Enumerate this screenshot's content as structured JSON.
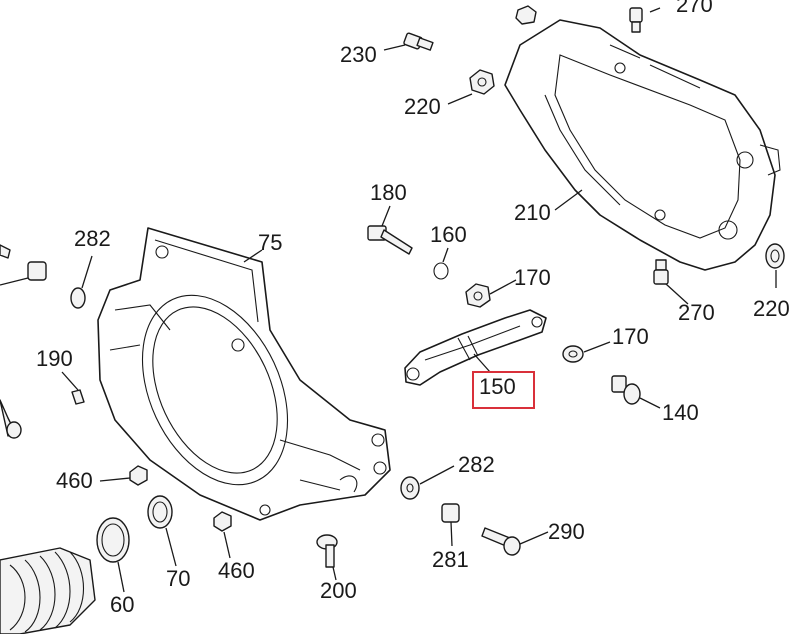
{
  "accent_color": "#d9303a",
  "highlighted_part": "150",
  "callouts": [
    {
      "id": "c230",
      "text": "230"
    },
    {
      "id": "c220a",
      "text": "220"
    },
    {
      "id": "c270a",
      "text": "270"
    },
    {
      "id": "c210",
      "text": "210"
    },
    {
      "id": "c180",
      "text": "180"
    },
    {
      "id": "c160",
      "text": "160"
    },
    {
      "id": "c170a",
      "text": "170"
    },
    {
      "id": "c282a",
      "text": "282"
    },
    {
      "id": "c75",
      "text": "75"
    },
    {
      "id": "c270b",
      "text": "270"
    },
    {
      "id": "c220b",
      "text": "220"
    },
    {
      "id": "c170b",
      "text": "170"
    },
    {
      "id": "c190",
      "text": "190"
    },
    {
      "id": "c150",
      "text": "150"
    },
    {
      "id": "c140",
      "text": "140"
    },
    {
      "id": "c460a",
      "text": "460"
    },
    {
      "id": "c282b",
      "text": "282"
    },
    {
      "id": "c290",
      "text": "290"
    },
    {
      "id": "c70",
      "text": "70"
    },
    {
      "id": "c460b",
      "text": "460"
    },
    {
      "id": "c281",
      "text": "281"
    },
    {
      "id": "c60",
      "text": "60"
    },
    {
      "id": "c200",
      "text": "200"
    }
  ]
}
